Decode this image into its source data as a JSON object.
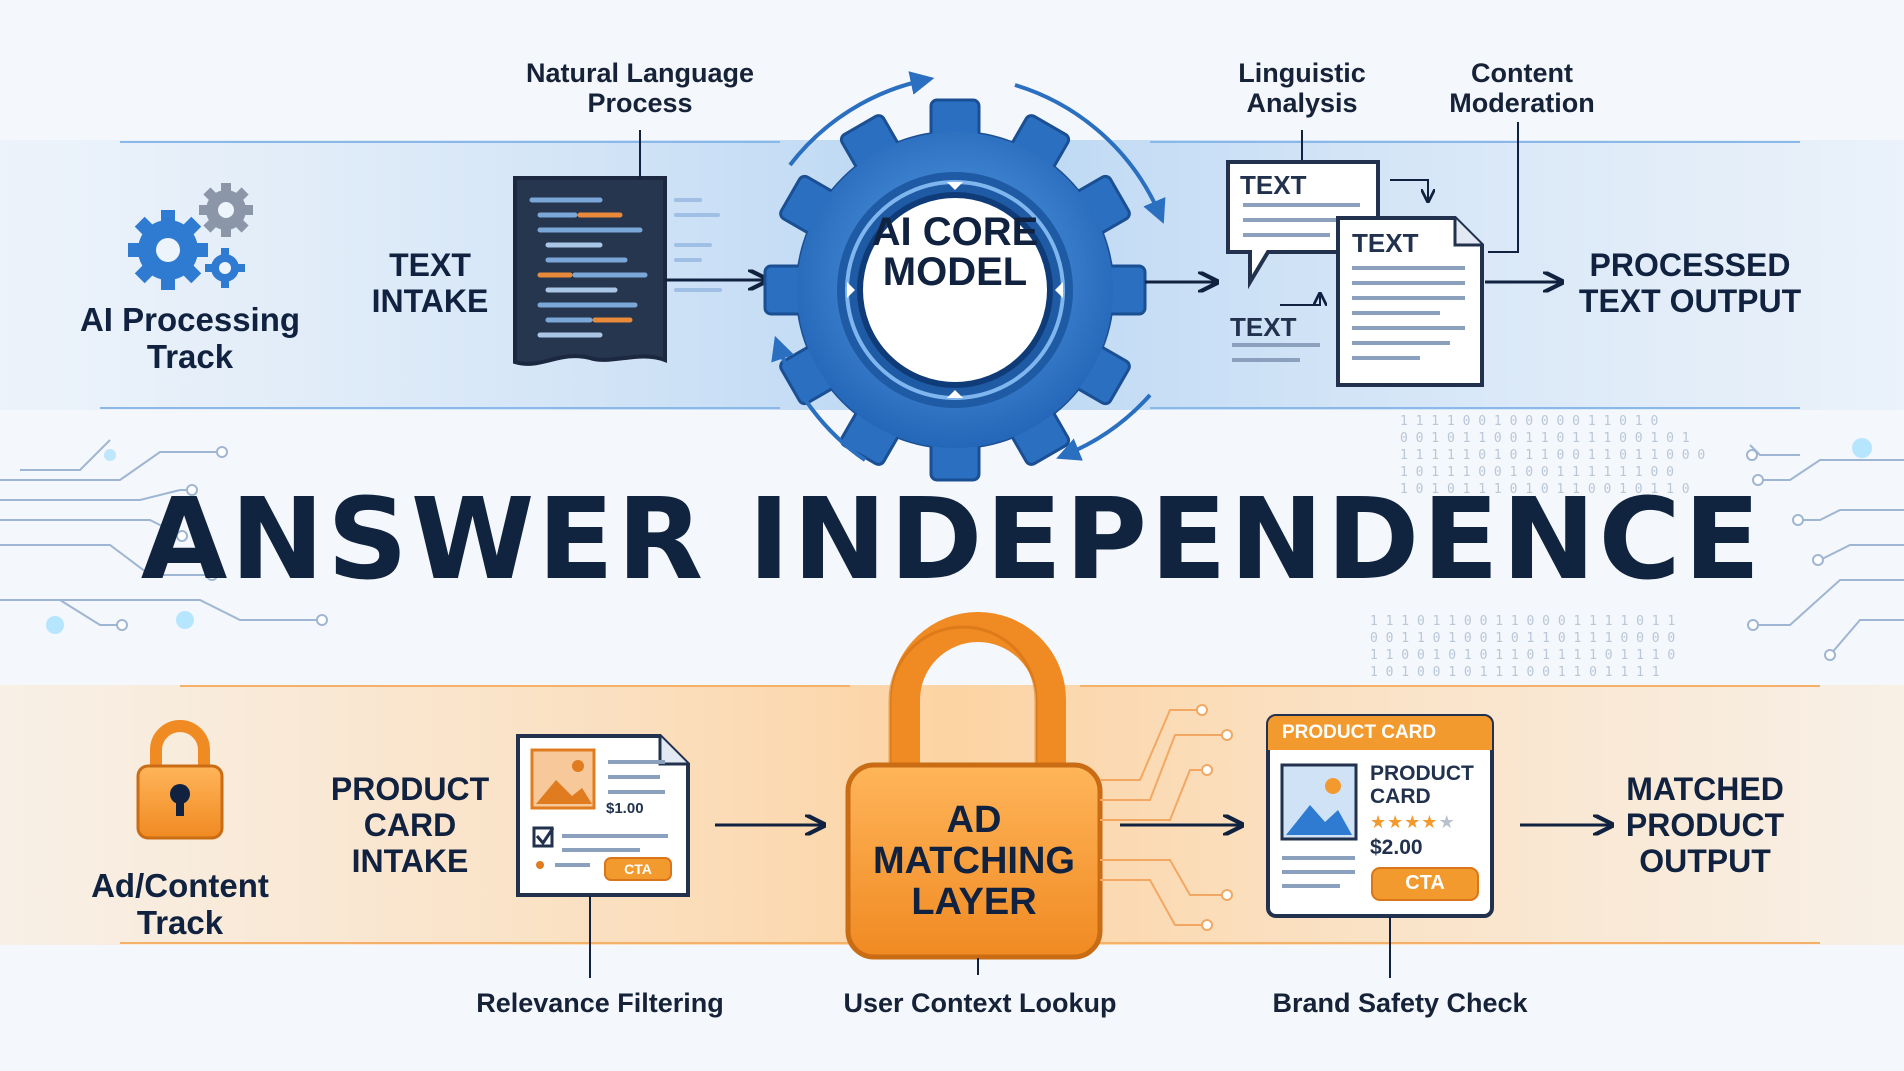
{
  "title": "ANSWER INDEPENDENCE",
  "colors": {
    "blue": "#2f7bd1",
    "blue_dark": "#1c5aa6",
    "orange": "#f29a2e",
    "orange_dark": "#d9761a",
    "navy": "#10223f"
  },
  "ai_track": {
    "label": "AI Processing Track",
    "icon": "gears-icon",
    "intake": "TEXT INTAKE",
    "nlp_caption": "Natural Language Process",
    "core_model": "AI CORE MODEL",
    "linguistic_caption": "Linguistic Analysis",
    "moderation_caption": "Content Moderation",
    "doc_text_1": "TEXT",
    "doc_text_2": "TEXT",
    "doc_text_3": "TEXT",
    "output": "PROCESSED TEXT OUTPUT"
  },
  "ad_track": {
    "label": "Ad/Content Track",
    "icon": "padlock-icon",
    "intake": "PRODUCT CARD INTAKE",
    "card_small_price": "$1.00",
    "card_small_cta": "CTA",
    "relevance_caption": "Relevance Filtering",
    "matching_layer": "AD MATCHING LAYER",
    "context_caption": "User Context Lookup",
    "card_header": "PRODUCT CARD",
    "card_title": "PRODUCT CARD",
    "card_price": "$2.00",
    "card_cta": "CTA",
    "card_rating": 4,
    "brand_caption": "Brand Safety Check",
    "output": "MATCHED PRODUCT OUTPUT"
  }
}
